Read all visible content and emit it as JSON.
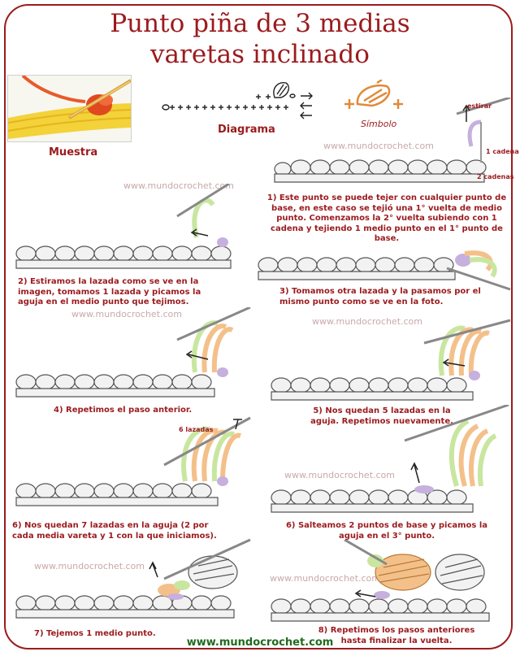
{
  "title": {
    "line1": "Punto piña de 3 medias",
    "line2": "varetas inclinado"
  },
  "labels": {
    "muestra": "Muestra",
    "diagrama": "Diagrama",
    "simbolo": "Símbolo"
  },
  "watermark": "www.mundocrochet.com",
  "footer_url": "www.mundocrochet.com",
  "annotations": {
    "estirar": "estirar",
    "una_cadena": "1 cadena",
    "dos_cadenas": "2 cadenas",
    "seis_lazadas": "6 lazadas"
  },
  "steps": [
    {
      "id": 1,
      "text": "1) Este punto se puede tejer con cualquier punto de base, en este caso se tejió una 1° vuelta de medio punto. Comenzamos la 2° vuelta subiendo con 1 cadena y tejiendo 1 medio punto en el 1° punto de base."
    },
    {
      "id": 2,
      "text": "2) Estiramos la lazada como se ve en la imagen, tomamos 1 lazada y picamos la aguja en el medio punto que tejimos."
    },
    {
      "id": 3,
      "text": "3) Tomamos otra lazada y la pasamos por el mismo punto como se ve en la foto."
    },
    {
      "id": 4,
      "text": "4) Repetimos el paso anterior."
    },
    {
      "id": 5,
      "text": "5) Nos quedan 5 lazadas en la aguja. Repetimos nuevamente."
    },
    {
      "id": 6,
      "text": "6) Nos quedan 7 lazadas en la aguja (2 por cada media vareta y 1 con la que iniciamos)."
    },
    {
      "id": 7,
      "text": "6) Salteamos 2 puntos de base y picamos la aguja en el 3° punto."
    },
    {
      "id": 8,
      "text": "7) Tejemos 1 medio punto."
    },
    {
      "id": 9,
      "text": "8) Repetimos los pasos anteriores hasta finalizar la vuelta."
    }
  ],
  "colors": {
    "accent": "#9b1b1e",
    "footer": "#1f6b1f",
    "watermark": "#c9a9a9",
    "yarn_green": "#c8e6a0",
    "yarn_orange": "#f4c08a",
    "yarn_purple": "#c6b0dd"
  }
}
